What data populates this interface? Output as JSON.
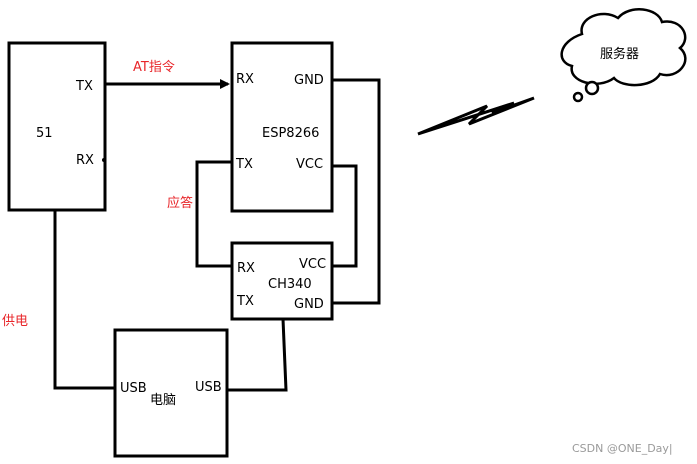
{
  "mcu": {
    "name": "51",
    "tx": "TX",
    "rx": "RX"
  },
  "esp": {
    "name": "ESP8266",
    "rx": "RX",
    "tx": "TX",
    "gnd": "GND",
    "vcc": "VCC"
  },
  "ch340": {
    "name": "CH340",
    "rx": "RX",
    "tx": "TX",
    "vcc": "VCC",
    "gnd": "GND"
  },
  "pc": {
    "name": "电脑",
    "usb_left": "USB",
    "usb_right": "USB"
  },
  "cloud": {
    "label": "服务器"
  },
  "annotations": {
    "at_command": "AT指令",
    "response": "应答",
    "power": "供电"
  },
  "watermark": "CSDN @ONE_Day|"
}
